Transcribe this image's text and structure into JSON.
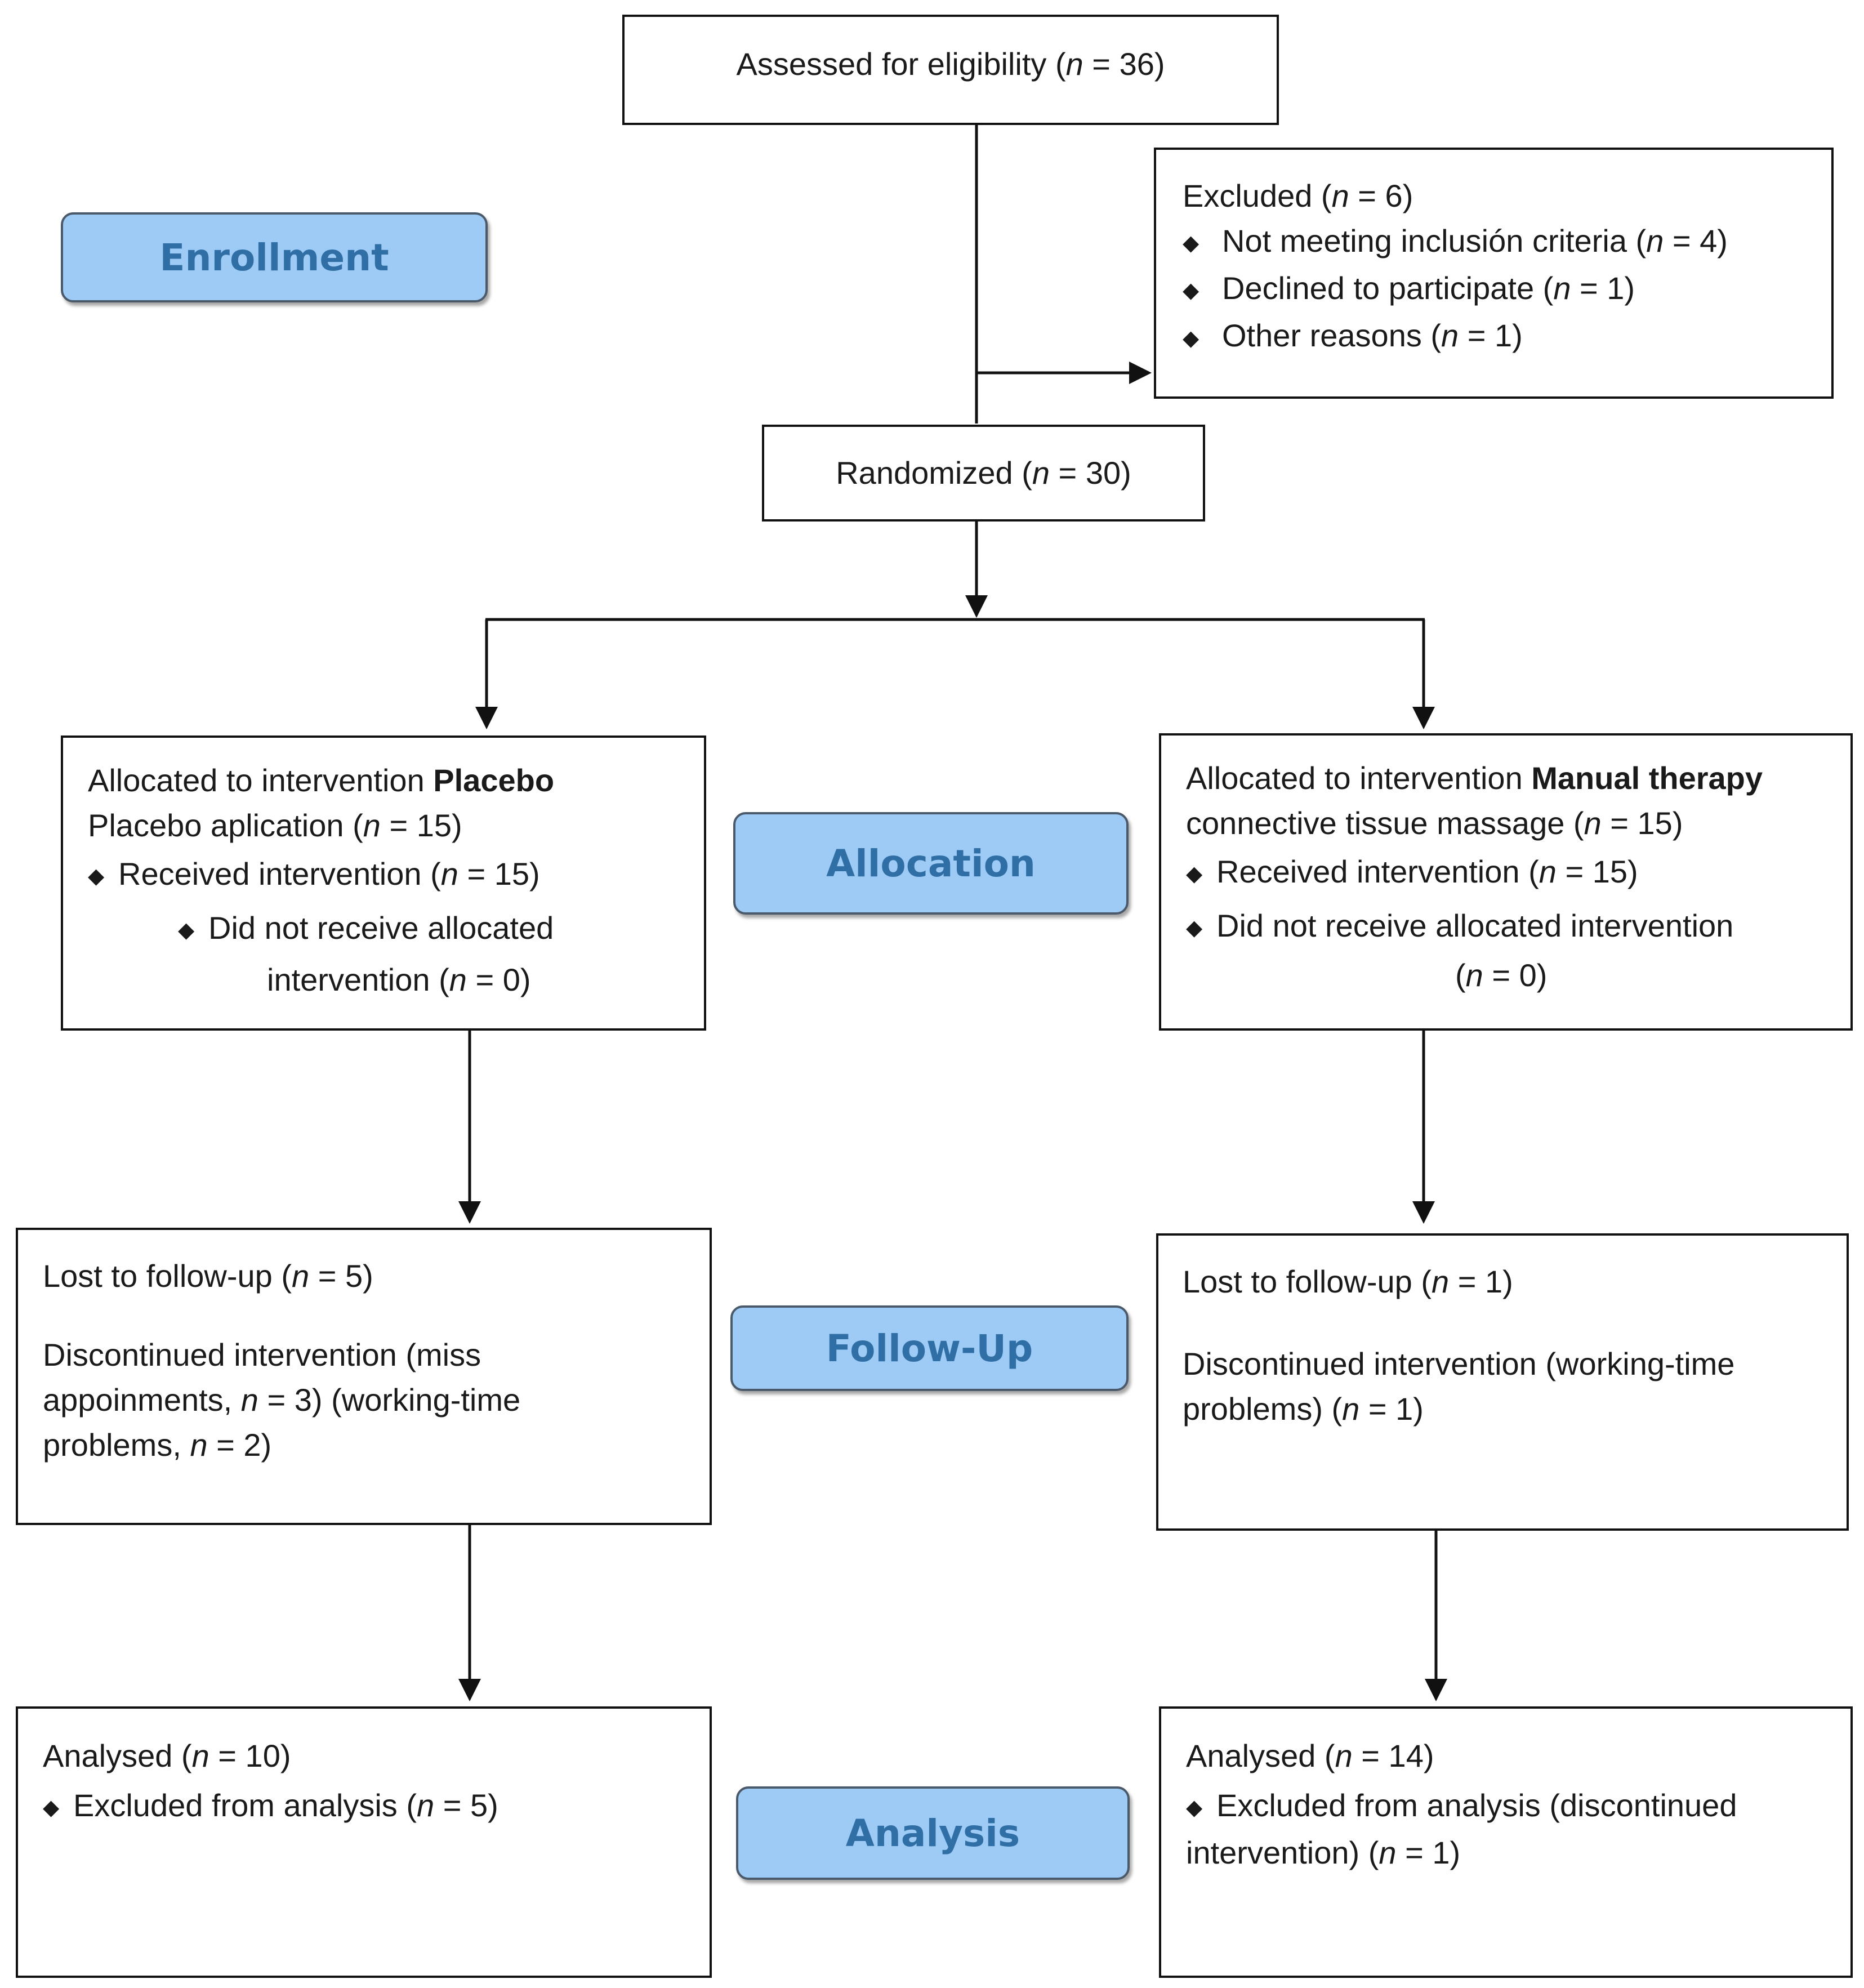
{
  "phases": {
    "enrollment": "Enrollment",
    "allocation": "Allocation",
    "follow_up": "Follow-Up",
    "analysis": "Analysis"
  },
  "assessed": {
    "pre": "Assessed for eligibility (",
    "n": "n",
    "post": " = 36)"
  },
  "excluded": {
    "title_pre": "Excluded (",
    "title_post": " = 6)",
    "items": [
      {
        "pre": "Not meeting inclusión criteria (",
        "post": " = 4)"
      },
      {
        "pre": "Declined to participate (",
        "post": " = 1)"
      },
      {
        "pre": "Other reasons (",
        "post": " = 1)"
      }
    ]
  },
  "randomized": {
    "pre": "Randomized (",
    "post": " = 30)"
  },
  "placebo_alloc": {
    "line1": "Allocated to intervention ",
    "line1_bold": "Placebo",
    "line2_pre": "Placebo aplication (",
    "line2_post": " = 15)",
    "received_pre": "Received intervention (",
    "received_post": " = 15)",
    "not_received_1": "Did not receive allocated",
    "not_received_2_pre": "intervention (",
    "not_received_2_post": " = 0)"
  },
  "manual_alloc": {
    "line1": "Allocated to intervention ",
    "line1_bold": "Manual therapy",
    "line2_pre": "connective tissue massage (",
    "line2_post": " = 15)",
    "received_pre": "Received intervention (",
    "received_post": " = 15)",
    "not_received_1": "Did not receive allocated intervention",
    "not_received_2_pre": "(",
    "not_received_2_post": " = 0)"
  },
  "placebo_followup": {
    "lost_pre": "Lost to follow-up (",
    "lost_post": " = 5)",
    "disc_1": "Discontinued intervention (miss",
    "disc_2_pre": "appoinments, ",
    "disc_2_post": " = 3) (working-time",
    "disc_3_pre": "problems, ",
    "disc_3_post": " = 2)"
  },
  "manual_followup": {
    "lost_pre": "Lost to follow-up (",
    "lost_post": " = 1)",
    "disc_1": "Discontinued intervention (working-time",
    "disc_2_pre": "problems) (",
    "disc_2_post": " = 1)"
  },
  "placebo_analysis": {
    "analysed_pre": "Analysed (",
    "analysed_post": " = 10)",
    "excl_pre": "Excluded from analysis (",
    "excl_post": " = 5)"
  },
  "manual_analysis": {
    "analysed_pre": "Analysed (",
    "analysed_post": " = 14)",
    "excl_1": "Excluded from analysis (discontinued",
    "excl_2_pre": "intervention) (",
    "excl_2_post": " = 1)"
  },
  "bullet": "◆"
}
